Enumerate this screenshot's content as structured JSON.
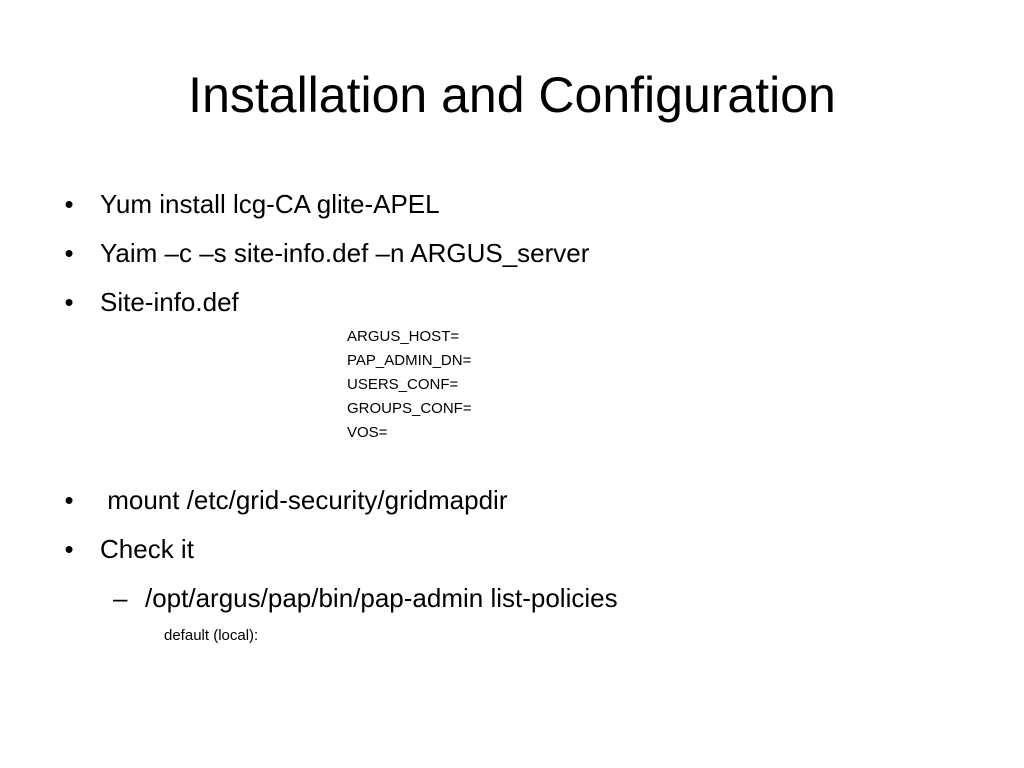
{
  "slide": {
    "title": "Installation and Configuration",
    "bullet_marker": "•",
    "sub_marker": "–",
    "bullets": [
      {
        "text": "Yum install lcg-CA glite-APEL"
      },
      {
        "text": "Yaim –c –s site-info.def –n ARGUS_server"
      },
      {
        "text": "Site-info.def"
      },
      {
        "text": " mount /etc/grid-security/gridmapdir"
      },
      {
        "text": "Check it"
      }
    ],
    "site_info_params": [
      "ARGUS_HOST=",
      "PAP_ADMIN_DN=",
      "USERS_CONF=",
      "GROUPS_CONF=",
      "VOS="
    ],
    "sub_bullet": "/opt/argus/pap/bin/pap-admin list-policies",
    "command_output": "default (local):"
  }
}
